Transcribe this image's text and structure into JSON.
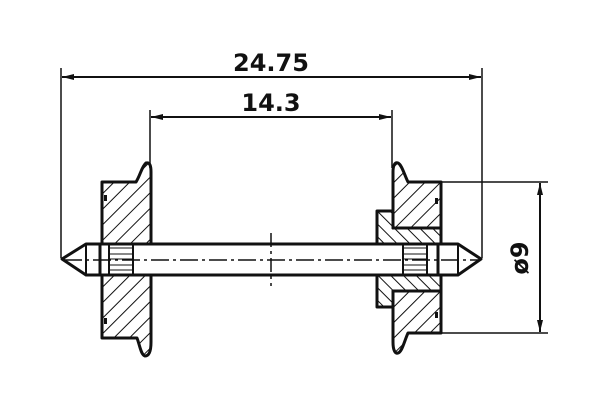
{
  "drawing": {
    "type": "technical-section-drawing",
    "subject": "wheelset (axle with two wheels), cross-section",
    "line_color": "#111111",
    "background": "#ffffff"
  },
  "dimensions": {
    "overall_length": {
      "label": "24.75"
    },
    "back_to_back": {
      "label": "14.3"
    },
    "wheel_diameter": {
      "label": "ø9",
      "symbol": "ø",
      "value": "9"
    }
  }
}
